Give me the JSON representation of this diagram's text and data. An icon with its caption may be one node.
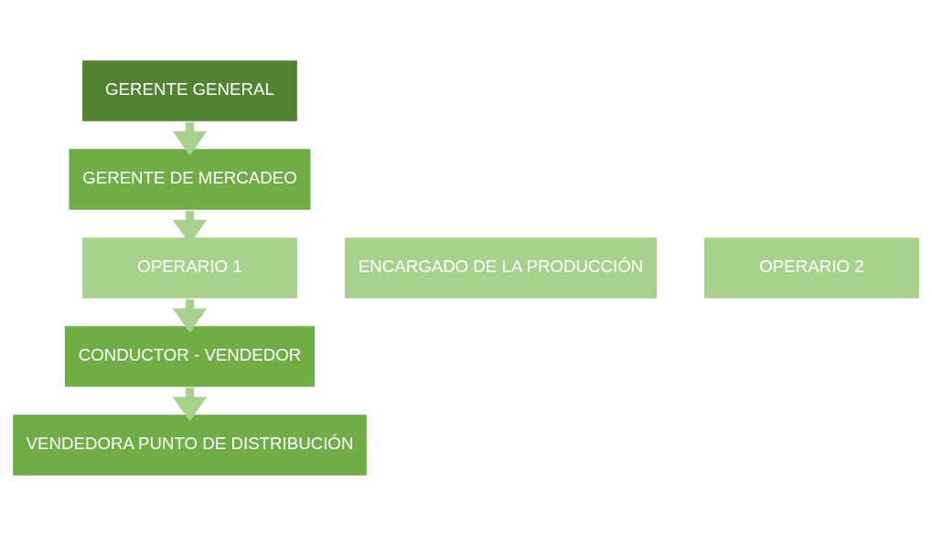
{
  "diagram": {
    "nodes": [
      {
        "text": [
          "GERENTE GENERAL"
        ]
      },
      {
        "text": [
          "GERENTE DE MERCADEO"
        ]
      },
      {
        "text": [
          "ENCARGADO DE LA PRODUCCIÓN"
        ]
      },
      {
        "text": [
          "OPERARIO 1"
        ]
      },
      {
        "text": [
          "OPERARIO 2"
        ]
      },
      {
        "text": [
          "CONDUCTOR - VENDEDOR"
        ]
      },
      {
        "text": [
          "VENDEDORA PUNTO DE DISTRIBUCIÓN"
        ]
      }
    ],
    "edges": [
      {
        "from": 0,
        "to": 1,
        "arrow": "to"
      },
      {
        "from": 1,
        "to": 3,
        "arrow": "to"
      },
      {
        "from": 3,
        "to": 5,
        "arrow": "to"
      },
      {
        "from": 5,
        "to": 6,
        "arrow": "to"
      }
    ]
  }
}
